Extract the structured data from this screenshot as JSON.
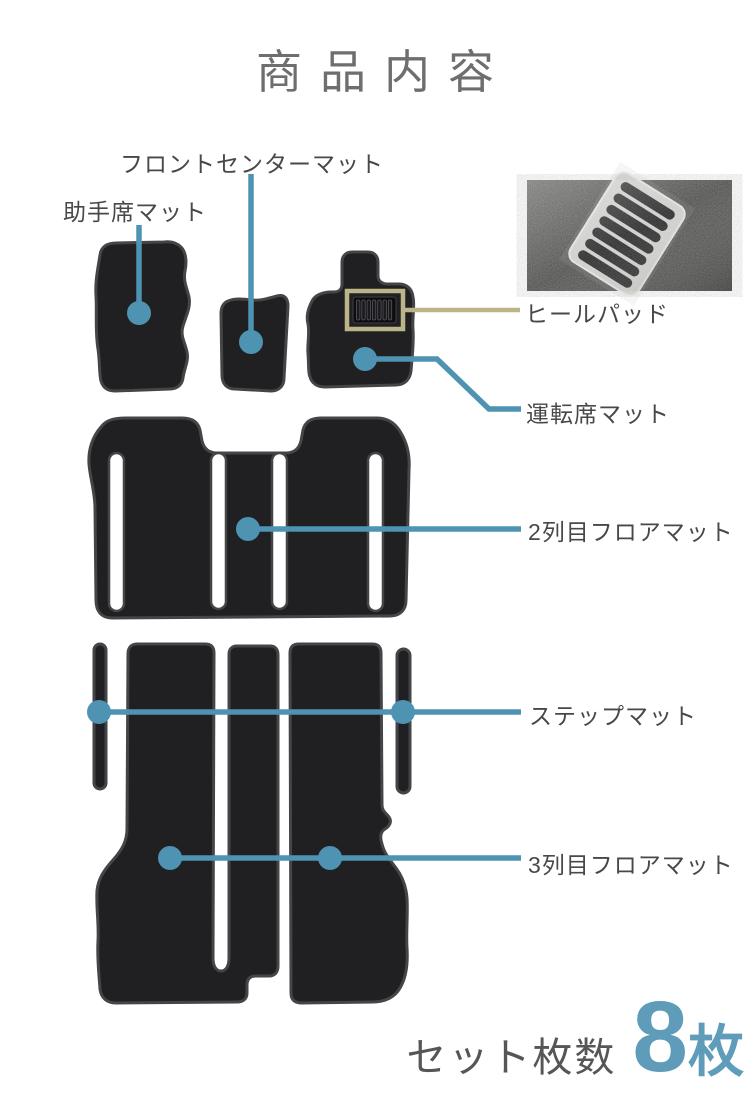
{
  "title": "商品内容",
  "labels": {
    "front_center": "フロントセンターマット",
    "passenger": "助手席マット",
    "heel_pad": "ヒールパッド",
    "driver": "運転席マット",
    "second_row": "2列目フロアマット",
    "step": "ステップマット",
    "third_row": "3列目フロアマット"
  },
  "footer": {
    "set_label": "セット枚数",
    "count_number": "8",
    "count_unit": "枚"
  },
  "colors": {
    "accent": "#4e93b1",
    "count_accent": "#5f9cba",
    "khaki": "#bdb58a",
    "mat": "#202023",
    "mat_edge": "#454548",
    "label_text": "#484848",
    "title_text": "#6e6e6e",
    "footer_gray": "#565656"
  }
}
